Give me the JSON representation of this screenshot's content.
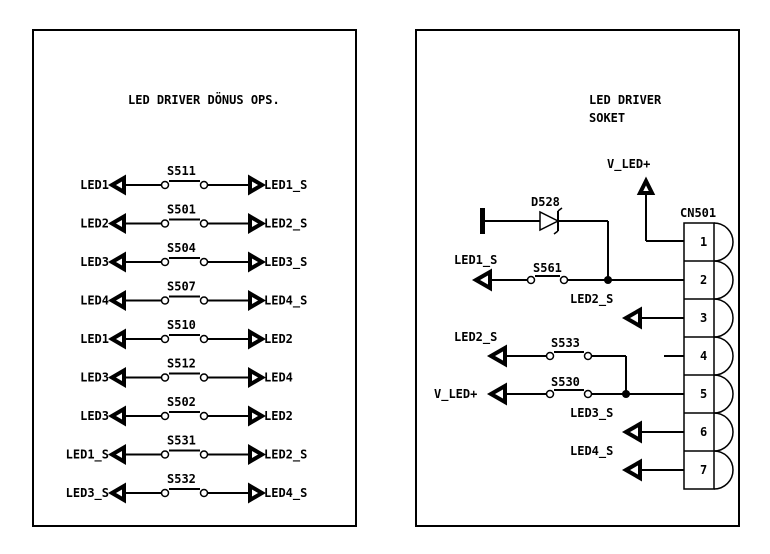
{
  "left_panel": {
    "title": "LED DRIVER DÖNUS OPS.",
    "rows": [
      {
        "left": "LED1",
        "switch": "S511",
        "right": "LED1_S"
      },
      {
        "left": "LED2",
        "switch": "S501",
        "right": "LED2_S"
      },
      {
        "left": "LED3",
        "switch": "S504",
        "right": "LED3_S"
      },
      {
        "left": "LED4",
        "switch": "S507",
        "right": "LED4_S"
      },
      {
        "left": "LED1",
        "switch": "S510",
        "right": "LED2"
      },
      {
        "left": "LED3",
        "switch": "S512",
        "right": "LED4"
      },
      {
        "left": "LED3",
        "switch": "S502",
        "right": "LED2"
      },
      {
        "left": "LED1_S",
        "switch": "S531",
        "right": "LED2_S"
      },
      {
        "left": "LED3_S",
        "switch": "S532",
        "right": "LED4_S"
      }
    ]
  },
  "right_panel": {
    "title_line1": "LED DRIVER",
    "title_line2": "SOKET",
    "power_label": "V_LED+",
    "connector_name": "CN501",
    "pins": [
      "1",
      "2",
      "3",
      "4",
      "5",
      "6",
      "7"
    ],
    "diode": "D528",
    "switch_s561": "S561",
    "switch_s533": "S533",
    "switch_s530": "S530",
    "net_led1_s": "LED1_S",
    "net_led2_s_pin3": "LED2_S",
    "net_led2_s_s533": "LED2_S",
    "net_vled_s530": "V_LED+",
    "net_led3_s": "LED3_S",
    "net_led4_s": "LED4_S"
  }
}
